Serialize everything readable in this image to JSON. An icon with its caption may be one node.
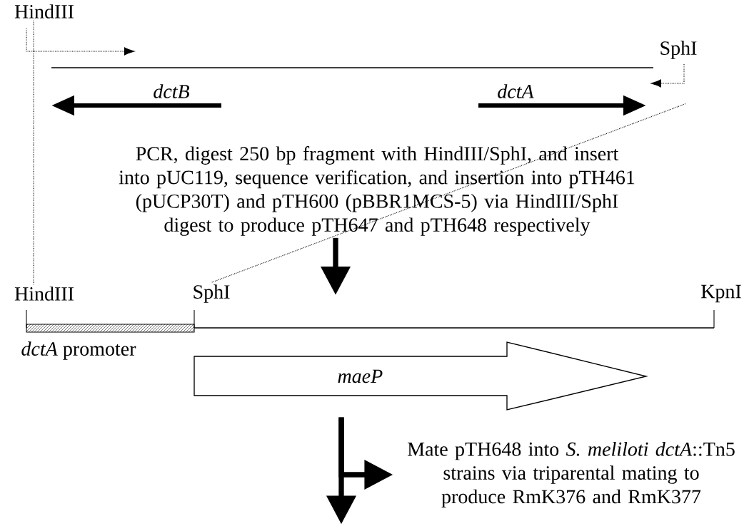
{
  "diagram": {
    "nodes": [
      {
        "text": [
          "HindIII"
        ]
      },
      {
        "text": [
          "SphI"
        ]
      },
      {
        "text": [
          "dctB"
        ]
      },
      {
        "text": [
          "dctA"
        ]
      },
      {
        "text": [
          "PCR, digest 250 bp fragment with HindIII/SphI, and insert into pUC119, sequence verification, and insertion into pTH461 (pUCP30T) and pTH600 (pBBR1MCS-5) via HindIII/SphI digest to produce pTH647 and pTH648 respectively"
        ]
      },
      {
        "text": [
          "HindIII"
        ]
      },
      {
        "text": [
          "SphI"
        ]
      },
      {
        "text": [
          "KpnI"
        ]
      },
      {
        "text": [],
        "shape": "bar"
      },
      {
        "text": [
          "*dctA* promoter"
        ]
      },
      {
        "text": [
          "maeP"
        ]
      },
      {
        "text": [
          "Mate pTH648 into *S. meliloti* *dctA*::Tn5 strains via triparental mating to produce RmK376 and RmK377"
        ]
      }
    ],
    "edges": [
      {
        "from": 0,
        "to": 5,
        "arrow": "none",
        "style": "dashed"
      },
      {
        "from": 1,
        "to": 6,
        "arrow": "none",
        "style": "dashed"
      },
      {
        "from": 4,
        "to": 8,
        "arrow": "to"
      },
      {
        "from": 10,
        "to": null,
        "arrow": "to"
      },
      {
        "from": 10,
        "to": 11,
        "arrow": "to"
      }
    ]
  }
}
